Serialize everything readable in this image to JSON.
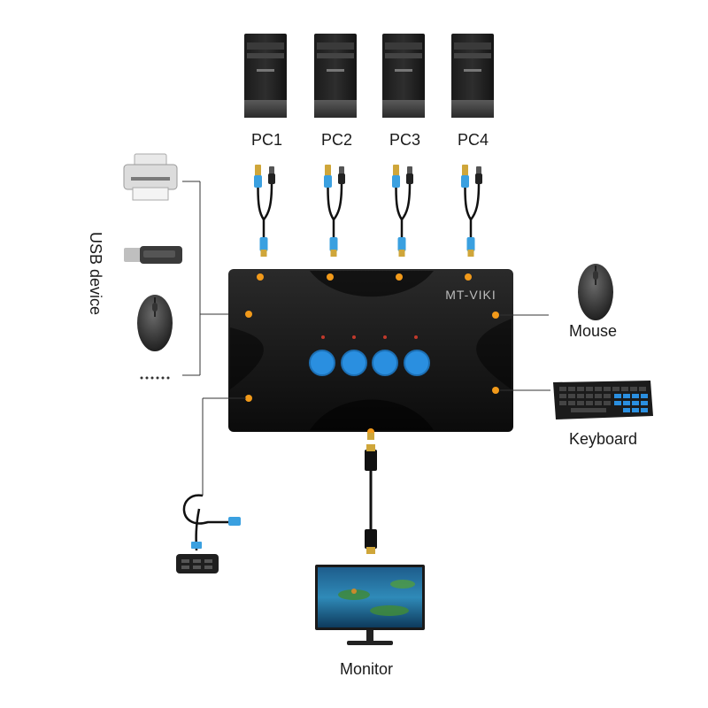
{
  "switch": {
    "brand": "MT-VIKI",
    "button_count": 4
  },
  "computers": [
    {
      "label": "PC1"
    },
    {
      "label": "PC2"
    },
    {
      "label": "PC3"
    },
    {
      "label": "PC4"
    }
  ],
  "usb_group": {
    "label": "USB device",
    "more_indicator": "......"
  },
  "peripherals": {
    "mouse": {
      "label": "Mouse"
    },
    "keyboard": {
      "label": "Keyboard"
    },
    "monitor": {
      "label": "Monitor"
    }
  },
  "colors": {
    "switch_body": "#111111",
    "button_blue": "#2a8fe0",
    "port_orange": "#f29a1a",
    "cable_blue": "#3aa0e0",
    "cable_gold": "#caa43a"
  }
}
